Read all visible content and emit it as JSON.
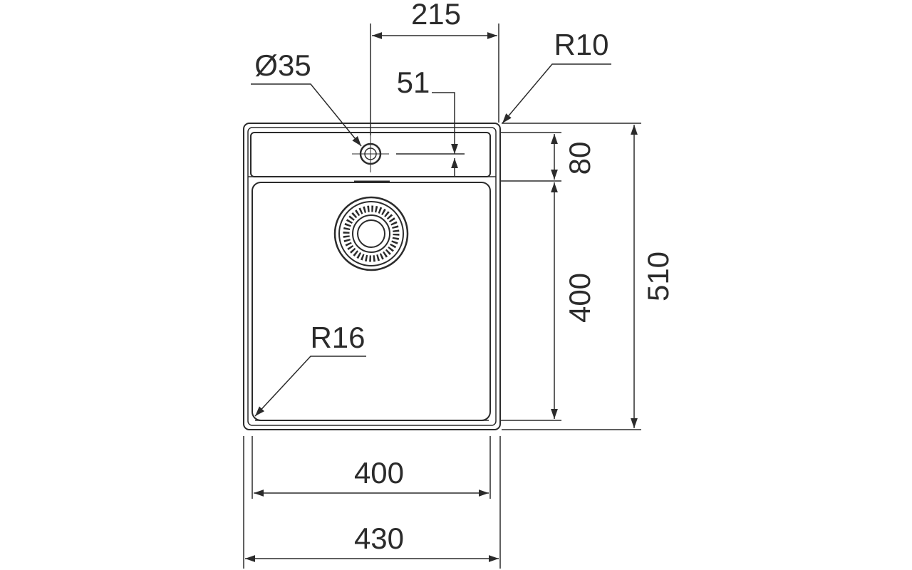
{
  "colors": {
    "line": "#2b2b2b",
    "background": "#ffffff"
  },
  "dimensions": {
    "top_offset": "215",
    "corner_radius_outer": "R10",
    "tap_hole_diameter": "Ø35",
    "tap_hole_offset": "51",
    "deck_depth": "80",
    "bowl_depth": "400",
    "overall_depth": "510",
    "bowl_radius": "R16",
    "bowl_width": "400",
    "overall_width": "430"
  },
  "icons": {
    "drain": "drain-strainer-icon",
    "tap_hole": "tap-hole-icon"
  }
}
